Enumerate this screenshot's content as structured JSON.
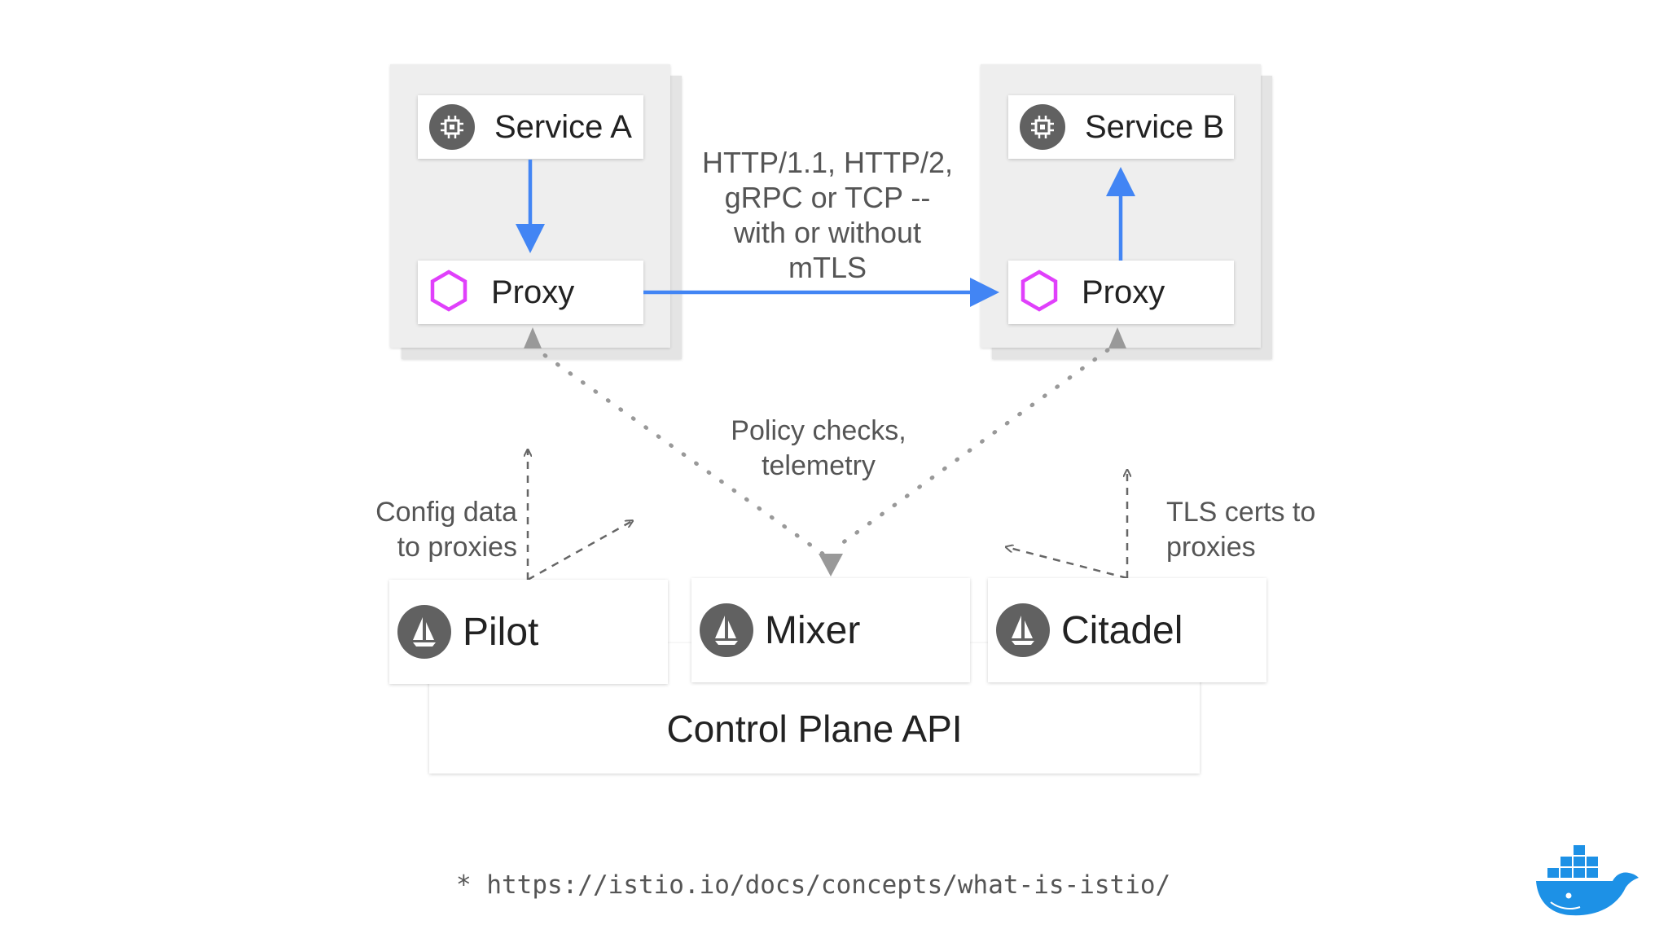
{
  "services": {
    "a": {
      "label": "Service A",
      "proxy_label": "Proxy"
    },
    "b": {
      "label": "Service B",
      "proxy_label": "Proxy"
    }
  },
  "protocol_note": [
    "HTTP/1.1, HTTP/2,",
    "gRPC or TCP --",
    "with or without",
    "mTLS"
  ],
  "policy_note": [
    "Policy checks,",
    "telemetry"
  ],
  "config_note": [
    "Config data",
    "to proxies"
  ],
  "tls_note": [
    "TLS certs to",
    "proxies"
  ],
  "control_plane": {
    "pilot": "Pilot",
    "mixer": "Mixer",
    "citadel": "Citadel",
    "api_label": "Control Plane API"
  },
  "footer": {
    "url": "* https://istio.io/docs/concepts/what-is-istio/"
  },
  "colors": {
    "arrow_blue": "#4285f4",
    "proxy_magenta": "#e040fb",
    "icon_gray": "#616161",
    "dotted_gray": "#999999",
    "docker_blue": "#1d91e6"
  },
  "icons": {
    "service": "chip-icon",
    "proxy": "hexagon-icon",
    "control_plane": "sailboat-icon",
    "brand": "docker-whale-icon"
  }
}
